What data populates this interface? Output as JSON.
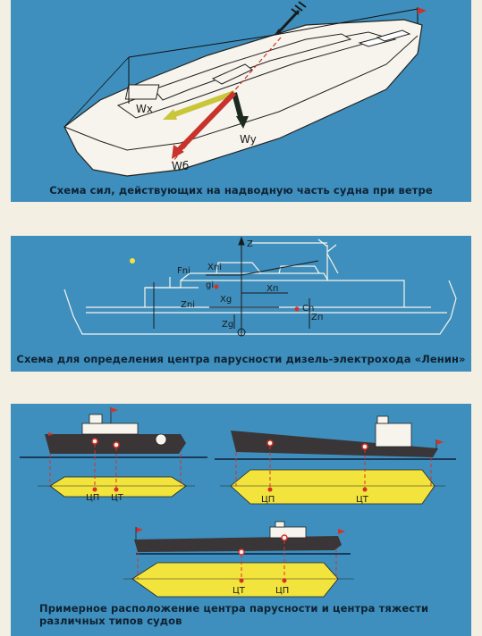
{
  "panel1": {
    "caption": "Схема сил, действующих на надводную часть судна при ветре",
    "labels": {
      "wx": "Wx",
      "wy": "Wy",
      "wb": "Wб"
    },
    "colors": {
      "bg": "#3e8fbd",
      "ship": "#f6f4ec",
      "wx": "#c9c63a",
      "wy": "#1c2a20",
      "wb": "#c8332b"
    }
  },
  "panel2": {
    "caption": "Схема для определения центра парусности дизель-электрохода «Ленин»",
    "labels": {
      "z": "Z",
      "fn": "Fni",
      "xn": "Xni",
      "gi": "gi",
      "xh": "Xп",
      "zni": "Zni",
      "xg": "Xg",
      "cn": "Cn",
      "zn": "Zп",
      "zg": "Zg"
    }
  },
  "panel3": {
    "caption": "Примерное расположение центра парусности и центра тяжести различных типов судов",
    "labels": {
      "cp": "ЦП",
      "ct": "ЦТ"
    },
    "colors": {
      "hull": "#3a3536",
      "waterline": "#1a3a5c",
      "plan": "#f2e43c",
      "marker": "#d83028"
    }
  }
}
